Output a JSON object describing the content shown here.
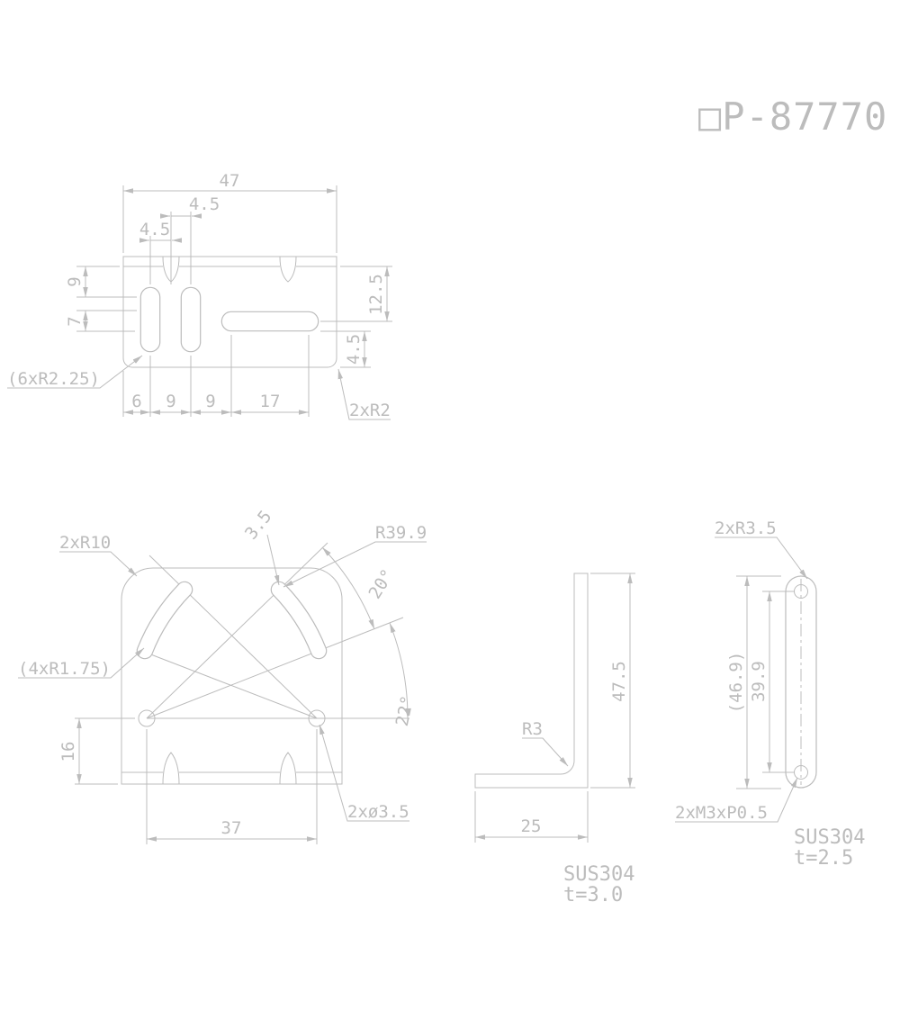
{
  "title": "□P-87770",
  "colors": {
    "line_color": "#bcbcbc",
    "background": "#ffffff"
  },
  "top_view": {
    "dim_width": "47",
    "dim_notch_offset_upper": "4.5",
    "dim_notch_offset_lower": "4.5",
    "dim_edge_to_slot": "9",
    "dim_slot_length": "7",
    "dim_right_upper": "12.5",
    "dim_right_lower": "4.5",
    "dim_bottom_1": "6",
    "dim_bottom_2": "9",
    "dim_bottom_3": "9",
    "dim_bottom_4": "17",
    "label_slot_radius": "(6xR2.25)",
    "label_corner_radius": "2xR2"
  },
  "front_view": {
    "label_corner_radius": "2xR10",
    "dim_slot_width": "3.5",
    "label_arc_radius": "R39.9",
    "dim_angle_upper": "20°",
    "dim_angle_lower": "22°",
    "label_slot_end_radius": "(4xR1.75)",
    "dim_hole_height": "16",
    "dim_hole_spacing": "37",
    "label_holes": "2xø3.5"
  },
  "side_view": {
    "dim_height": "47.5",
    "label_bend_radius": "R3",
    "dim_depth": "25",
    "material": "SUS304",
    "thickness": "t=3.0"
  },
  "plate_view": {
    "label_end_radius": "2xR3.5",
    "dim_overall_length": "(46.9)",
    "dim_hole_spacing": "39.9",
    "label_thread": "2xM3xP0.5",
    "material": "SUS304",
    "thickness": "t=2.5"
  }
}
